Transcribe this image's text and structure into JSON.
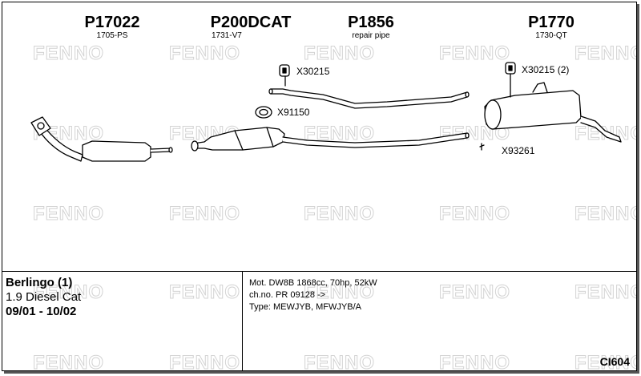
{
  "watermark": "FENNO",
  "parts": [
    {
      "code": "P17022",
      "sub": "1705-PS"
    },
    {
      "code": "P200DCAT",
      "sub": "1731-V7"
    },
    {
      "code": "P1856",
      "sub": "repair pipe"
    },
    {
      "code": "P1770",
      "sub": "1730-QT"
    }
  ],
  "fittings": {
    "clamp1": "X30215",
    "clamp2": "X30215 (2)",
    "gasket": "X91150",
    "bracket": "X93261"
  },
  "vehicle": {
    "model": "Berlingo (1)",
    "engine": "1.9 Diesel Cat",
    "years": "09/01 - 10/02"
  },
  "specs": {
    "motor": "Mot. DW8B 1868cc, 70hp, 52kW",
    "chassis": "ch.no. PR 09128 ->",
    "type": "Type: MEWJYB, MFWJYB/A"
  },
  "catalog_code": "CI604"
}
